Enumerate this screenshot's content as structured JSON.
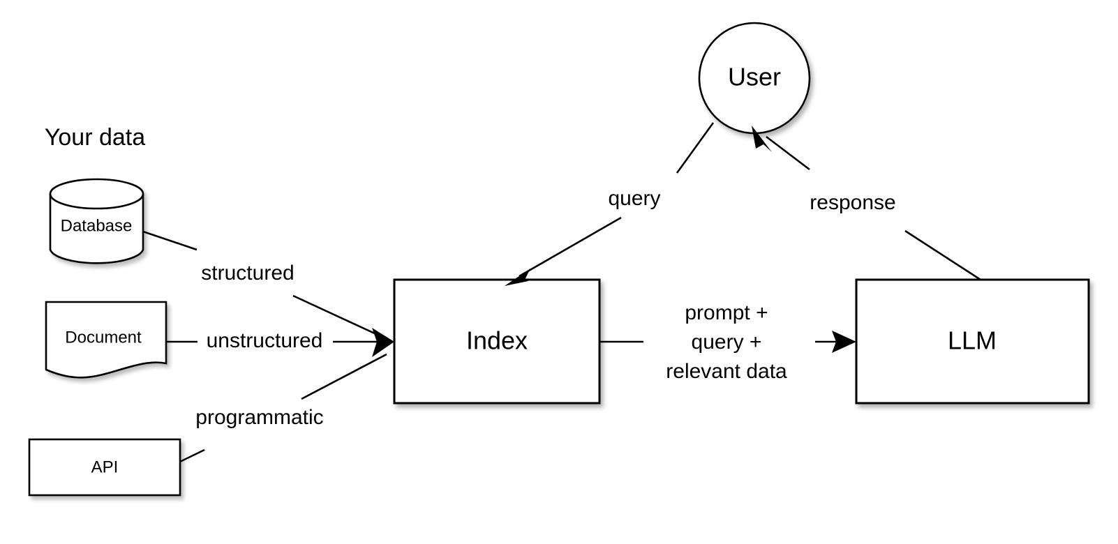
{
  "diagram": {
    "title_text": "Your data",
    "background_color": "#ffffff",
    "line_color": "#000000",
    "fill_color": "#ffffff",
    "nodes": {
      "database": {
        "label": "Database",
        "shape": "cylinder"
      },
      "document": {
        "label": "Document",
        "shape": "document"
      },
      "api": {
        "label": "API",
        "shape": "rectangle"
      },
      "index": {
        "label": "Index",
        "shape": "rectangle"
      },
      "user": {
        "label": "User",
        "shape": "circle"
      },
      "llm": {
        "label": "LLM",
        "shape": "rectangle"
      }
    },
    "edges": {
      "structured": {
        "label": "structured",
        "from": "database",
        "to": "index"
      },
      "unstructured": {
        "label": "unstructured",
        "from": "document",
        "to": "index"
      },
      "programmatic": {
        "label": "programmatic",
        "from": "api",
        "to": "index"
      },
      "query": {
        "label": "query",
        "from": "user",
        "to": "index"
      },
      "response": {
        "label": "response",
        "from": "llm",
        "to": "user"
      },
      "index_to_llm": {
        "label_line1": "prompt +",
        "label_line2": "query +",
        "label_line3": "relevant data",
        "from": "index",
        "to": "llm"
      }
    }
  }
}
